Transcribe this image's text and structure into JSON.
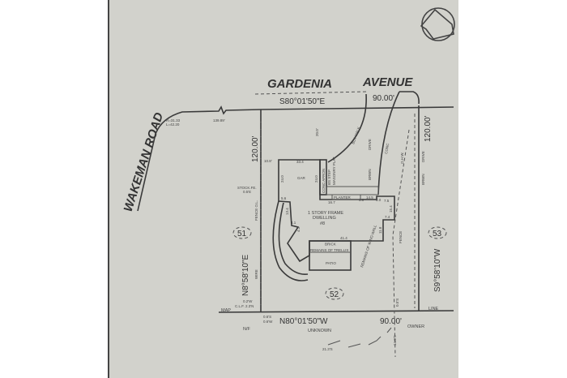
{
  "street_top": {
    "name1": "GARDENIA",
    "name2": "AVENUE"
  },
  "street_left": "WAKEMAN ROAD",
  "curve": {
    "radius": "R=31.33",
    "length": "L=42.20"
  },
  "frontage_dist": "139.89'",
  "bounds": {
    "north_bearing": "S80°01'50\"E",
    "north_dist": "90.00'",
    "west_dist": "120.00'",
    "east_dist": "120.00'",
    "west_bearing": "N8°58'10\"E",
    "east_bearing": "S9°58'10\"W",
    "south_bearing": "N80°01'50\"W",
    "south_dist": "90.00'"
  },
  "lots": {
    "west": "51",
    "center": "52",
    "east": "53"
  },
  "neighbors": {
    "nf": "N/F",
    "unknown": "UNKNOWN",
    "owner": "OWNER",
    "map": "MAP",
    "line": "LINE"
  },
  "building": {
    "title": "1 STORY FRAME",
    "subtitle": "DWELLING",
    "number": "#8",
    "garage": "GAR",
    "apron": "CONC APRON",
    "step": "BS STEP",
    "masonry": "MASONRY PLAT",
    "planter": "PLANTER",
    "brick": "BRICK",
    "trellis": "REMAINS OF TRELLIS",
    "patio": "PATIO",
    "walls": "REMAINS OF WING WALL"
  },
  "dims": [
    "20.0'",
    "10.8'",
    "33.4",
    "24.0",
    "24.0",
    "16.7",
    "3.0",
    "14.5",
    "3.0",
    "7.5",
    "15.4",
    "7.4",
    "11.8",
    "5.6",
    "13.4",
    "4.1",
    "4.3",
    "41.4"
  ],
  "site": {
    "walk": "BLK WALK",
    "drive1": "DRIVE",
    "drive2": "CONC",
    "lawn": "BRWN",
    "gaie": "O.H.W.",
    "stock": "STOCK.FE.",
    "stock2": "0.5'E",
    "fence_ol": "FENCE O.L.",
    "wire": "WIRE",
    "fence": "FENCE",
    "drive3": "DRIVE",
    "brwn2": "BRWN",
    "off1": "0.2'W",
    "off2": "C.L.F. 2.3'N",
    "off3": "0.6'S",
    "off4": "0.6'W",
    "off5": "21.3'S",
    "off6": "14.0'S",
    "off7": "0.5'S"
  }
}
